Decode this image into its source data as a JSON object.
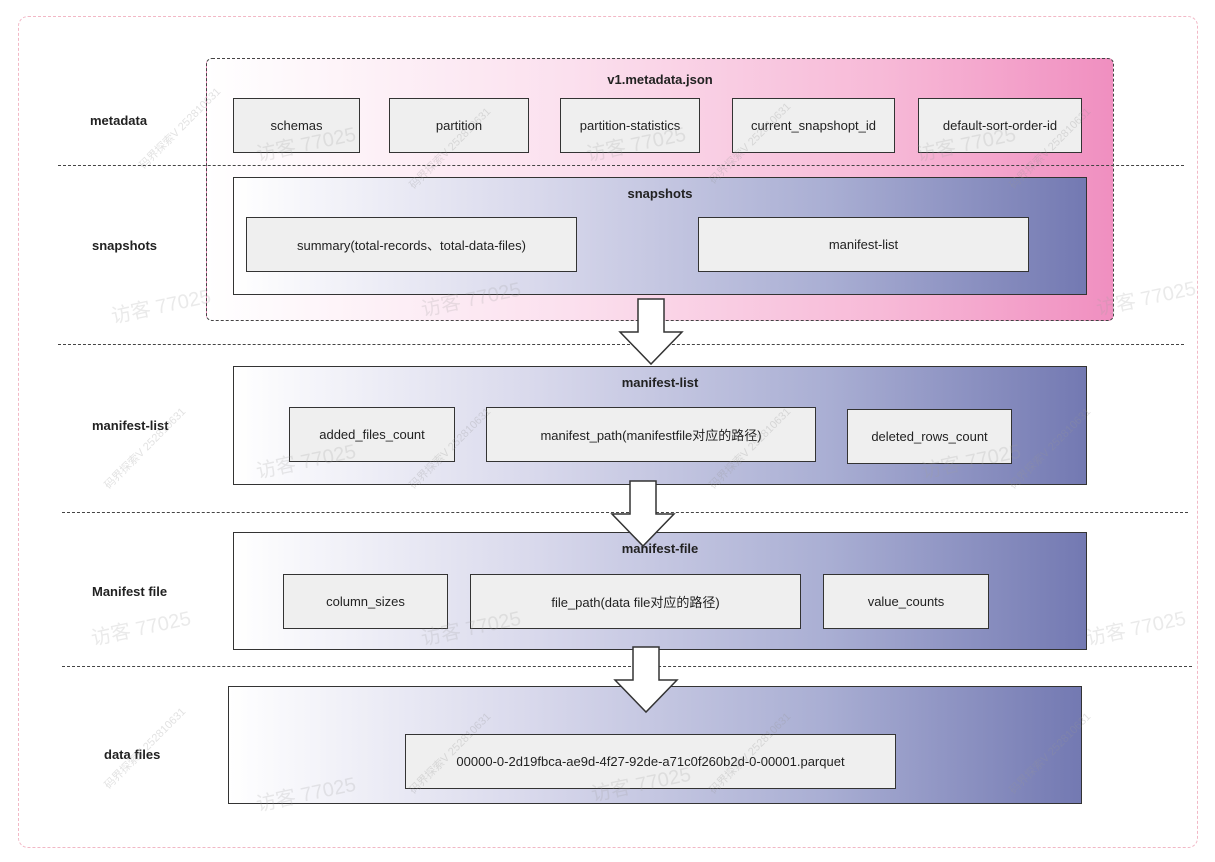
{
  "rows": {
    "metadata": "metadata",
    "snapshots": "snapshots",
    "manifest_list": "manifest-list",
    "manifest_file": "Manifest file",
    "data_files": "data files"
  },
  "metadata_json": {
    "title": "v1.metadata.json",
    "fields": [
      "schemas",
      "partition",
      "partition-statistics",
      "current_snapshopt_id",
      "default-sort-order-id"
    ]
  },
  "snapshots_panel": {
    "title": "snapshots",
    "fields": [
      "summary(total-records、total-data-files)",
      "manifest-list"
    ]
  },
  "manifest_list_panel": {
    "title": "manifest-list",
    "fields": [
      "added_files_count",
      "manifest_path(manifestfile对应的路径)",
      "deleted_rows_count"
    ]
  },
  "manifest_file_panel": {
    "title": "manifest-file",
    "fields": [
      "column_sizes",
      "file_path(data file对应的路径)",
      "value_counts"
    ]
  },
  "data_files_panel": {
    "fields": [
      "00000-0-2d19fbca-ae9d-4f27-92de-a71c0f260b2d-0-00001.parquet"
    ]
  },
  "watermarks": {
    "visitor": "访客 77025",
    "id": "码界探索V 252810631"
  }
}
